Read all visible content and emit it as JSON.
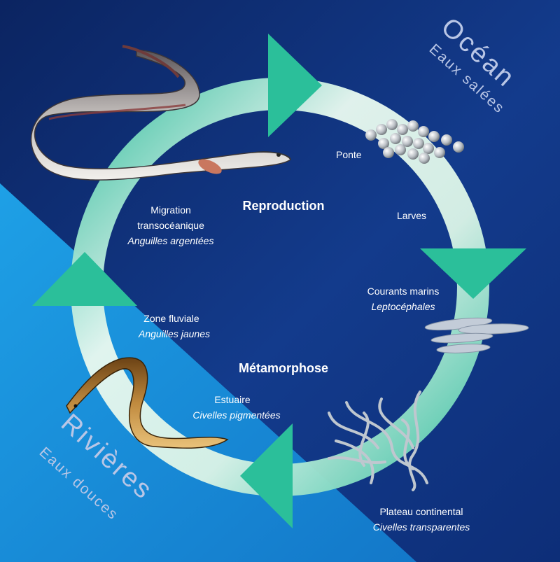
{
  "zones": {
    "ocean": {
      "title": "Océan",
      "subtitle": "Eaux salées"
    },
    "rivers": {
      "title": "Rivières",
      "subtitle": "Eaux douces"
    }
  },
  "phases": {
    "reproduction": "Reproduction",
    "metamorphose": "Métamorphose"
  },
  "stages": [
    {
      "id": "ponte",
      "label": "Ponte",
      "sub": ""
    },
    {
      "id": "larves",
      "label": "Larves",
      "sub": ""
    },
    {
      "id": "courants",
      "label": "Courants marins",
      "sub": "Leptocéphales"
    },
    {
      "id": "plateau",
      "label": "Plateau continental",
      "sub": "Civelles transparentes"
    },
    {
      "id": "estuaire",
      "label": "Estuaire",
      "sub": "Civelles pigmentées"
    },
    {
      "id": "fluviale",
      "label": "Zone fluviale",
      "sub": "Anguilles jaunes"
    },
    {
      "id": "migration",
      "label": "Migration",
      "label2": "transocéanique",
      "sub": "Anguilles argentées"
    }
  ],
  "colors": {
    "ocean_dark": "#0b2561",
    "ocean_mid": "#1a4aa0",
    "river": "#1a8fd8",
    "ring_light": "#e4f6ee",
    "ring_teal": "#3ec7a3",
    "arrow_teal": "#2bbf9a"
  }
}
